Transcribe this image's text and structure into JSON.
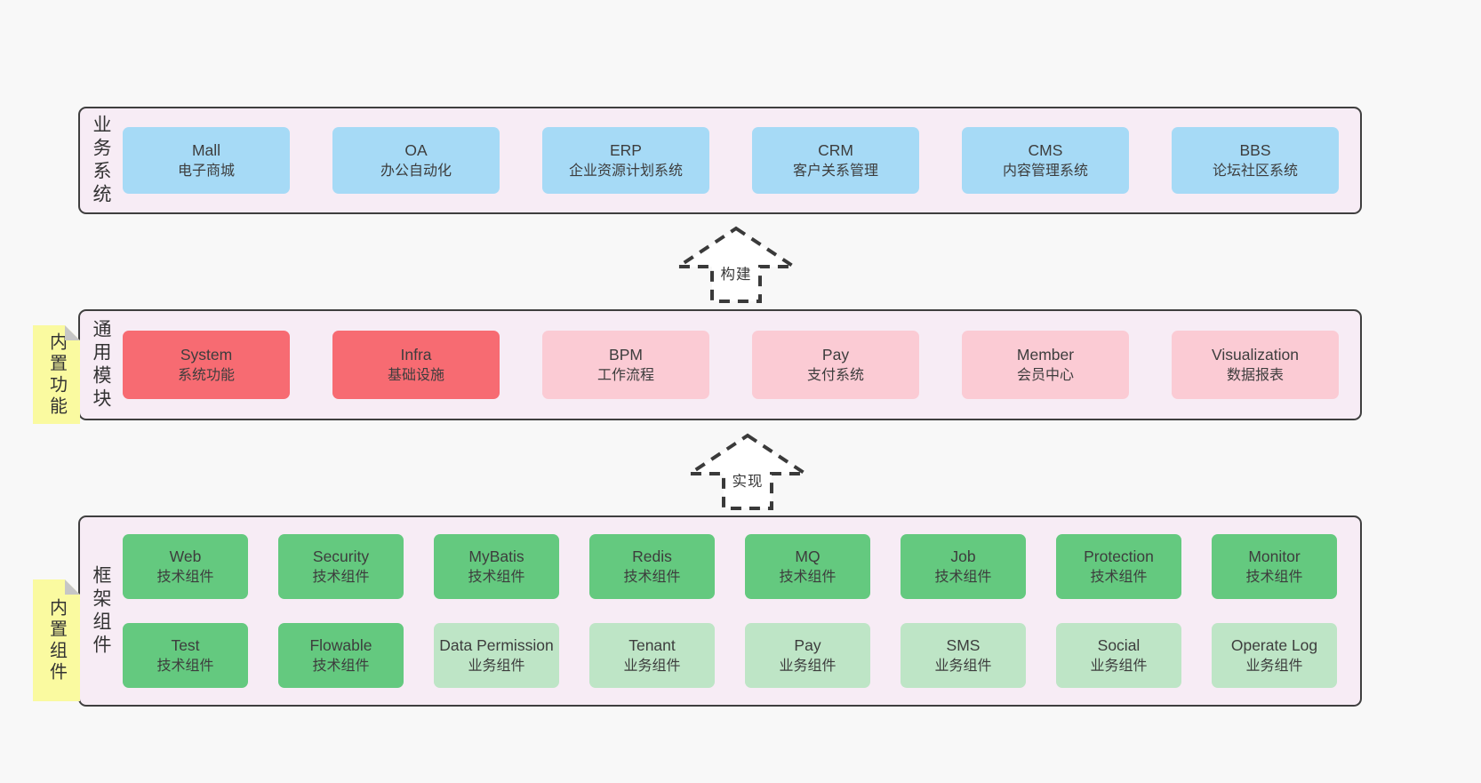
{
  "colors": {
    "page_bg": "#f8f8f8",
    "panel_bg": "#f7ecf5",
    "panel_border": "#3f3f3f",
    "blue": "#a6daf6",
    "red": "#f76b72",
    "pink": "#fbcbd4",
    "green": "#64c97f",
    "green_light": "#bee5c6",
    "sticky_yellow": "#fafaa0",
    "arrow_stroke": "#3a3a3a"
  },
  "arrows": {
    "build": "构建",
    "implement": "实现"
  },
  "sections": {
    "business": {
      "label": "业务系统",
      "boxes": [
        {
          "name": "Mall",
          "desc": "电子商城"
        },
        {
          "name": "OA",
          "desc": "办公自动化"
        },
        {
          "name": "ERP",
          "desc": "企业资源计划系统"
        },
        {
          "name": "CRM",
          "desc": "客户关系管理"
        },
        {
          "name": "CMS",
          "desc": "内容管理系统"
        },
        {
          "name": "BBS",
          "desc": "论坛社区系统"
        }
      ]
    },
    "modules": {
      "label": "通用模块",
      "sticky": "内置功能",
      "boxes": [
        {
          "name": "System",
          "desc": "系统功能"
        },
        {
          "name": "Infra",
          "desc": "基础设施"
        },
        {
          "name": "BPM",
          "desc": "工作流程"
        },
        {
          "name": "Pay",
          "desc": "支付系统"
        },
        {
          "name": "Member",
          "desc": "会员中心"
        },
        {
          "name": "Visualization",
          "desc": "数据报表"
        }
      ]
    },
    "components": {
      "label": "框架组件",
      "sticky": "内置组件",
      "row1": [
        {
          "name": "Web",
          "desc": "技术组件"
        },
        {
          "name": "Security",
          "desc": "技术组件"
        },
        {
          "name": "MyBatis",
          "desc": "技术组件"
        },
        {
          "name": "Redis",
          "desc": "技术组件"
        },
        {
          "name": "MQ",
          "desc": "技术组件"
        },
        {
          "name": "Job",
          "desc": "技术组件"
        },
        {
          "name": "Protection",
          "desc": "技术组件"
        },
        {
          "name": "Monitor",
          "desc": "技术组件"
        }
      ],
      "row2": [
        {
          "name": "Test",
          "desc": "技术组件"
        },
        {
          "name": "Flowable",
          "desc": "技术组件"
        },
        {
          "name": "Data Permission",
          "desc": "业务组件"
        },
        {
          "name": "Tenant",
          "desc": "业务组件"
        },
        {
          "name": "Pay",
          "desc": "业务组件"
        },
        {
          "name": "SMS",
          "desc": "业务组件"
        },
        {
          "name": "Social",
          "desc": "业务组件"
        },
        {
          "name": "Operate Log",
          "desc": "业务组件"
        }
      ]
    }
  }
}
